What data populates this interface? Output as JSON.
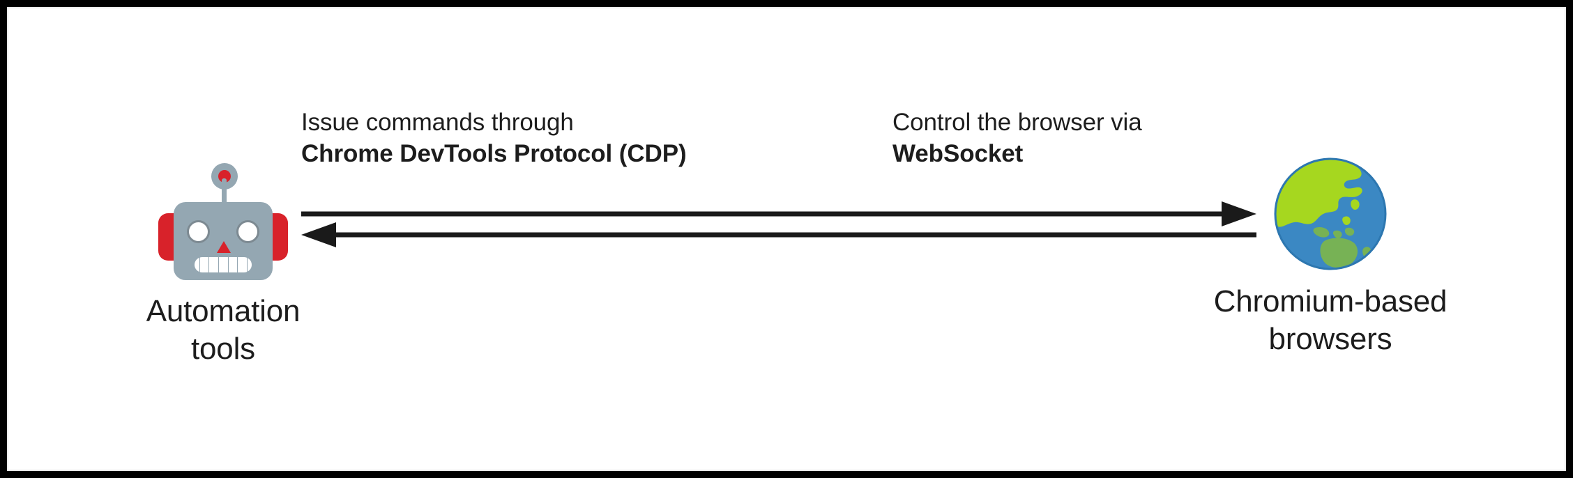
{
  "diagram": {
    "type": "architecture-flow",
    "frame_color": "#000000",
    "canvas_color": "#ffffff",
    "text_color": "#1d1d1d",
    "nodes": [
      {
        "id": "automation-tools",
        "icon": "robot-icon",
        "caption_line_1": "Automation",
        "caption_line_2": "tools",
        "icon_colors": {
          "body": "#94a7b2",
          "accent": "#d8222a",
          "eye": "#ffffff"
        }
      },
      {
        "id": "chromium-browsers",
        "icon": "globe-icon",
        "caption_line_1": "Chromium-based",
        "caption_line_2": "browsers",
        "icon_colors": {
          "ocean": "#3b88c3",
          "land_light": "#a6d71f",
          "land_dark": "#77b255"
        }
      }
    ],
    "edges": [
      {
        "id": "edge-cdp",
        "direction": "left-to-right",
        "arrowhead": "right",
        "label_line_1": "Issue commands through",
        "label_line_2": "Chrome DevTools Protocol (CDP)",
        "label_line_2_weight": "bold",
        "color": "#1a1a1a"
      },
      {
        "id": "edge-websocket",
        "direction": "right-to-left",
        "arrowhead": "left",
        "label_line_1": "Control the browser via",
        "label_line_2": "WebSocket",
        "label_line_2_weight": "bold",
        "color": "#1a1a1a"
      }
    ]
  }
}
